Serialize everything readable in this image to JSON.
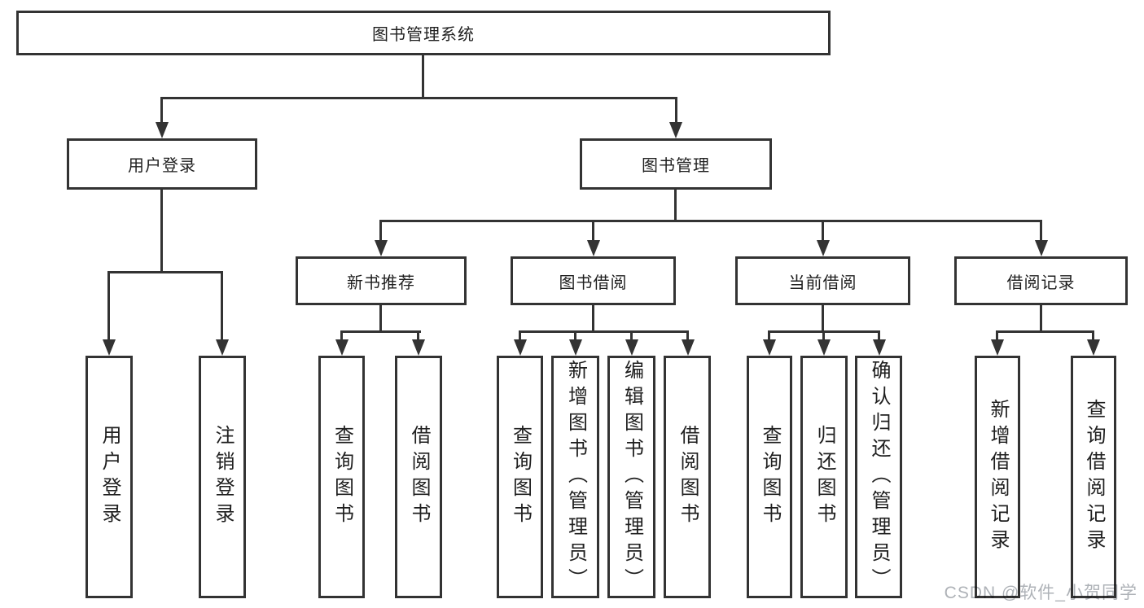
{
  "diagram_type": "hierarchy-tree",
  "tree": {
    "label": "图书管理系统",
    "children": [
      {
        "label": "用户登录",
        "children": [
          {
            "label": "用户登录"
          },
          {
            "label": "注销登录"
          }
        ]
      },
      {
        "label": "图书管理",
        "children": [
          {
            "label": "新书推荐",
            "children": [
              {
                "label": "查询图书"
              },
              {
                "label": "借阅图书"
              }
            ]
          },
          {
            "label": "图书借阅",
            "children": [
              {
                "label": "查询图书"
              },
              {
                "label": "新增图书（管理员）"
              },
              {
                "label": "编辑图书（管理员）"
              },
              {
                "label": "借阅图书"
              }
            ]
          },
          {
            "label": "当前借阅",
            "children": [
              {
                "label": "查询图书"
              },
              {
                "label": "归还图书"
              },
              {
                "label": "确认归还（管理员）"
              }
            ]
          },
          {
            "label": "借阅记录",
            "children": [
              {
                "label": "新增借阅记录"
              },
              {
                "label": "查询借阅记录"
              }
            ]
          }
        ]
      }
    ]
  },
  "watermark": {
    "text": "CSDN @软件_小贺同学"
  },
  "colors": {
    "line": "#333333",
    "box_background": "#ffffff",
    "text": "#1f1f1f",
    "watermark": "#aeb2b7"
  }
}
